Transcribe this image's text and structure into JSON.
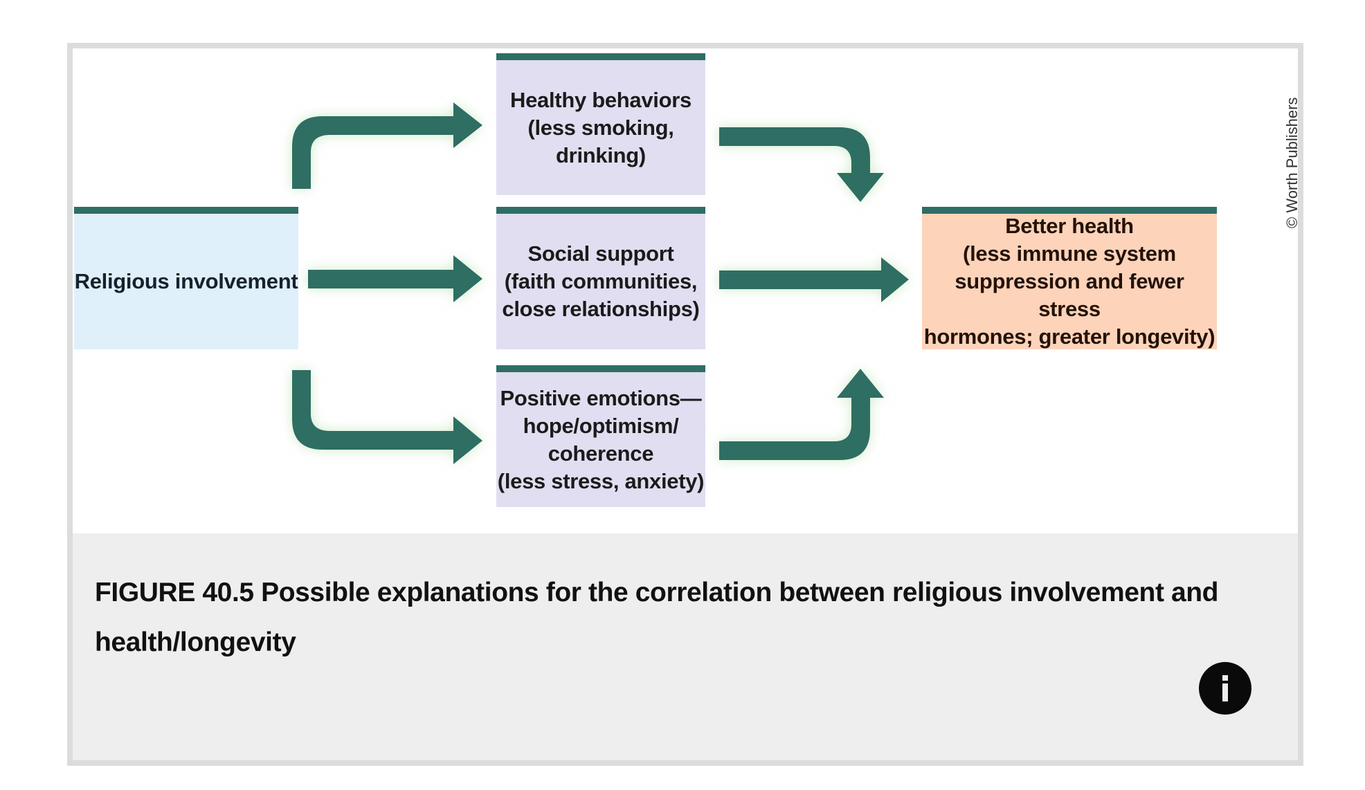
{
  "diagram": {
    "title": "Religious involvement and health/longevity pathways",
    "source": {
      "label": "Religious involvement",
      "fill": "#dff0fa"
    },
    "mediators": [
      {
        "id": "healthy",
        "label": "Healthy behaviors\n(less smoking, drinking)",
        "fill": "#e0def0"
      },
      {
        "id": "social",
        "label": "Social support\n(faith communities,\nclose relationships)",
        "fill": "#e0def0"
      },
      {
        "id": "positive",
        "label": "Positive emotions—\nhope/optimism/\ncoherence\n(less stress, anxiety)",
        "fill": "#e0def0"
      }
    ],
    "outcome": {
      "label": "Better health\n(less immune system\nsuppression and fewer stress\nhormones; greater longevity)",
      "fill": "#fdd3ba"
    },
    "edges": [
      {
        "from": "Religious involvement",
        "to": "Healthy behaviors"
      },
      {
        "from": "Religious involvement",
        "to": "Social support"
      },
      {
        "from": "Religious involvement",
        "to": "Positive emotions"
      },
      {
        "from": "Healthy behaviors",
        "to": "Better health"
      },
      {
        "from": "Social support",
        "to": "Better health"
      },
      {
        "from": "Positive emotions",
        "to": "Better health"
      }
    ],
    "accent_color": "#2e6e64",
    "copyright": "© Worth Publishers"
  },
  "caption": {
    "text": "FIGURE 40.5 Possible explanations for the correlation between religious involvement and health/longevity"
  },
  "info_button": {
    "icon": "info-icon",
    "label": "i"
  }
}
